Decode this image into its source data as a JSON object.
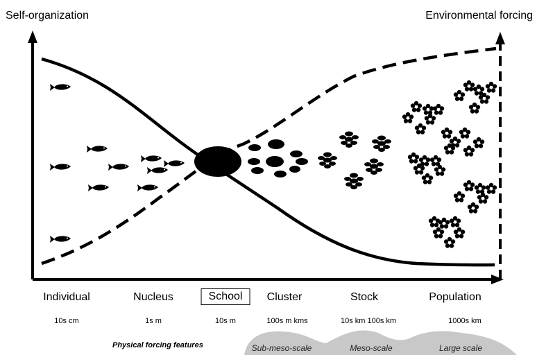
{
  "axes": {
    "left_label": "Self-organization",
    "right_label": "Environmental forcing"
  },
  "scales": [
    {
      "id": "individual",
      "label": "Individual",
      "size": "10s cm",
      "boxed": false
    },
    {
      "id": "nucleus",
      "label": "Nucleus",
      "size": "1s m",
      "boxed": false
    },
    {
      "id": "school",
      "label": "School",
      "size": "10s m",
      "boxed": true
    },
    {
      "id": "cluster",
      "label": "Cluster",
      "size": "100s m  kms",
      "boxed": false
    },
    {
      "id": "stock",
      "label": "Stock",
      "size": "10s km   100s km",
      "boxed": false
    },
    {
      "id": "population",
      "label": "Population",
      "size": "1000s km",
      "boxed": false
    }
  ],
  "physical_forcing": {
    "title": "Physical forcing features",
    "features": [
      "Sub-meso-scale",
      "Meso-scale",
      "Large scale"
    ],
    "fill_color": "#c8c8c8"
  },
  "curves": {
    "self_organization": "solid",
    "environmental_forcing": "dashed"
  }
}
